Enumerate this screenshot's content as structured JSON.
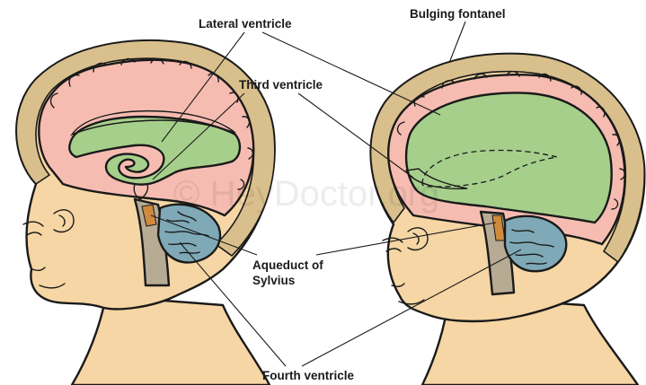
{
  "labels": {
    "lateral_ventricle": "Lateral ventricle",
    "third_ventricle": "Third ventricle",
    "bulging_fontanel": "Bulging fontanel",
    "aqueduct_line1": "Aqueduct of",
    "aqueduct_line2": "Sylvius",
    "fourth_ventricle": "Fourth ventricle"
  },
  "watermark": "© HeyDoctor.org",
  "colors": {
    "skin": "#f5d6a4",
    "skull": "#d9bf8c",
    "brain": "#f6bcb1",
    "ventricle": "#a6cf8b",
    "cerebellum": "#7fa9b6",
    "brainstem": "#b7ab94",
    "aqueduct": "#cf8a3e",
    "outline": "#1a1a1a"
  }
}
